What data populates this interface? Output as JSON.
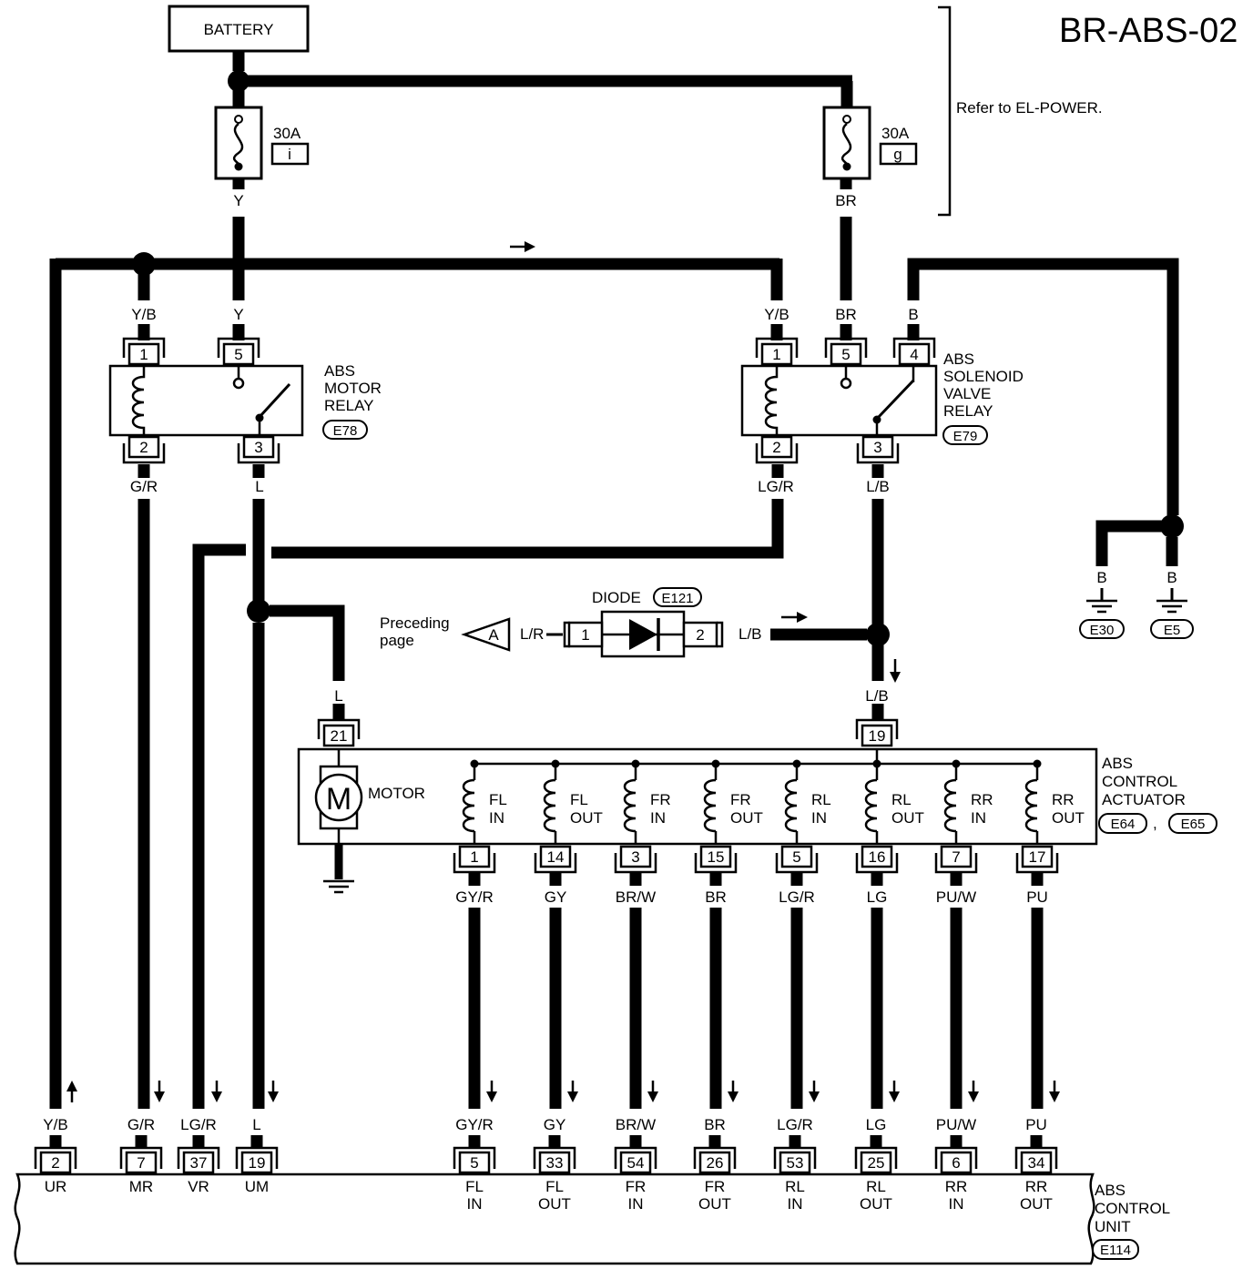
{
  "title": "BR-ABS-02",
  "battery": {
    "label": "BATTERY"
  },
  "fuses": [
    {
      "rating": "30A",
      "code": "i"
    },
    {
      "rating": "30A",
      "code": "g"
    }
  ],
  "refer_note": "Refer to EL-POWER.",
  "motor_relay": {
    "name_lines": [
      "ABS",
      "MOTOR",
      "RELAY"
    ],
    "connector": "E78",
    "pins": {
      "p1": "1",
      "p5": "5",
      "p2": "2",
      "p3": "3"
    }
  },
  "solenoid_relay": {
    "name_lines": [
      "ABS",
      "SOLENOID",
      "VALVE",
      "RELAY"
    ],
    "connector": "E79",
    "pins": {
      "p1": "1",
      "p5": "5",
      "p4": "4",
      "p2": "2",
      "p3": "3"
    }
  },
  "wire_colors": {
    "y_top": "Y",
    "br_top": "BR",
    "yb_left": "Y/B",
    "y_relay": "Y",
    "yb_right": "Y/B",
    "br_relay": "BR",
    "b_relay": "B",
    "gr_out": "G/R",
    "l_out": "L",
    "lgr_out": "LG/R",
    "lb_out": "L/B",
    "l_motor": "L",
    "lb_act": "L/B",
    "lr_diode": "L/R",
    "lb_diode": "L/B",
    "b_g1": "B",
    "b_g2": "B"
  },
  "grounds": [
    "E30",
    "E5"
  ],
  "diode": {
    "label": "DIODE",
    "connector": "E121",
    "pin_in": "1",
    "pin_out": "2"
  },
  "preceding": {
    "lines": [
      "Preceding",
      "page"
    ],
    "marker": "A"
  },
  "motor": {
    "symbol": "M",
    "label": "MOTOR",
    "pin": "21"
  },
  "actuator": {
    "name_lines": [
      "ABS",
      "CONTROL",
      "ACTUATOR"
    ],
    "connectors": [
      "E64",
      "E65"
    ],
    "comma": ",",
    "common_pin": "19",
    "solenoids": [
      {
        "l1": "FL",
        "l2": "IN",
        "pin": "1",
        "wire": "GY/R"
      },
      {
        "l1": "FL",
        "l2": "OUT",
        "pin": "14",
        "wire": "GY"
      },
      {
        "l1": "FR",
        "l2": "IN",
        "pin": "3",
        "wire": "BR/W"
      },
      {
        "l1": "FR",
        "l2": "OUT",
        "pin": "15",
        "wire": "BR"
      },
      {
        "l1": "RL",
        "l2": "IN",
        "pin": "5",
        "wire": "LG/R"
      },
      {
        "l1": "RL",
        "l2": "OUT",
        "pin": "16",
        "wire": "LG"
      },
      {
        "l1": "RR",
        "l2": "IN",
        "pin": "7",
        "wire": "PU/W"
      },
      {
        "l1": "RR",
        "l2": "OUT",
        "pin": "17",
        "wire": "PU"
      }
    ]
  },
  "control_unit": {
    "name_lines": [
      "ABS",
      "CONTROL",
      "UNIT"
    ],
    "connector": "E114",
    "terminals": [
      {
        "wire": "Y/B",
        "pin": "2",
        "l1": "UR",
        "l2": ""
      },
      {
        "wire": "G/R",
        "pin": "7",
        "l1": "MR",
        "l2": ""
      },
      {
        "wire": "LG/R",
        "pin": "37",
        "l1": "VR",
        "l2": ""
      },
      {
        "wire": "L",
        "pin": "19",
        "l1": "UM",
        "l2": ""
      },
      {
        "wire": "GY/R",
        "pin": "5",
        "l1": "FL",
        "l2": "IN"
      },
      {
        "wire": "GY",
        "pin": "33",
        "l1": "FL",
        "l2": "OUT"
      },
      {
        "wire": "BR/W",
        "pin": "54",
        "l1": "FR",
        "l2": "IN"
      },
      {
        "wire": "BR",
        "pin": "26",
        "l1": "FR",
        "l2": "OUT"
      },
      {
        "wire": "LG/R",
        "pin": "53",
        "l1": "RL",
        "l2": "IN"
      },
      {
        "wire": "LG",
        "pin": "25",
        "l1": "RL",
        "l2": "OUT"
      },
      {
        "wire": "PU/W",
        "pin": "6",
        "l1": "RR",
        "l2": "IN"
      },
      {
        "wire": "PU",
        "pin": "34",
        "l1": "RR",
        "l2": "OUT"
      }
    ]
  }
}
